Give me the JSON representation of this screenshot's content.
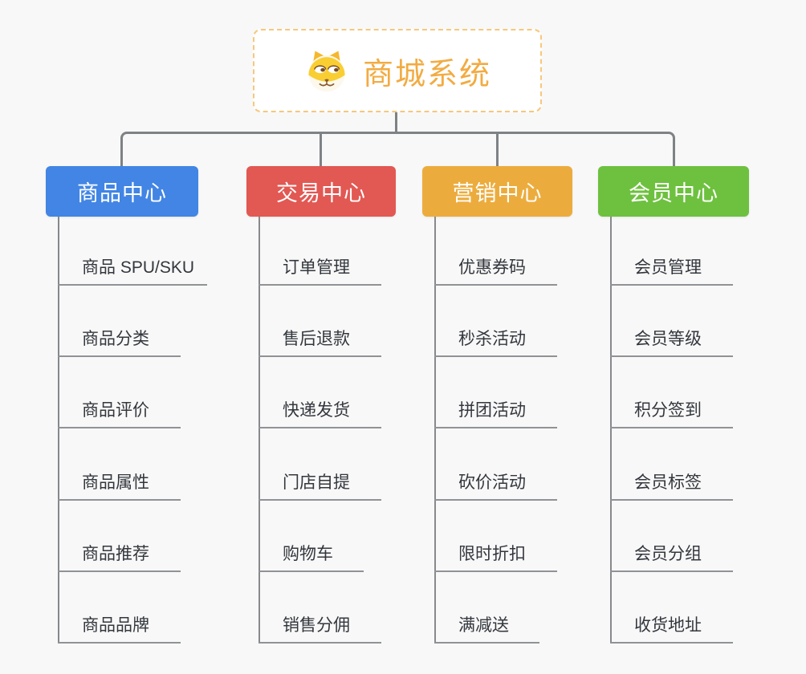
{
  "root": {
    "title": "商城系统",
    "icon": "doge-icon"
  },
  "colors": {
    "background": "#f8f8f8",
    "connector": "#7f8285",
    "leaf_underline": "#8f9296",
    "root_text": "#f2ab42",
    "root_border": "#f6c87c"
  },
  "branches": [
    {
      "id": "product-center",
      "label": "商品中心",
      "color": "#4285e4",
      "children": [
        "商品 SPU/SKU",
        "商品分类",
        "商品评价",
        "商品属性",
        "商品推荐",
        "商品品牌"
      ]
    },
    {
      "id": "trade-center",
      "label": "交易中心",
      "color": "#e25853",
      "children": [
        "订单管理",
        "售后退款",
        "快递发货",
        "门店自提",
        "购物车",
        "销售分佣"
      ]
    },
    {
      "id": "marketing-center",
      "label": "营销中心",
      "color": "#ecac3d",
      "children": [
        "优惠券码",
        "秒杀活动",
        "拼团活动",
        "砍价活动",
        "限时折扣",
        "满减送"
      ]
    },
    {
      "id": "member-center",
      "label": "会员中心",
      "color": "#6ec13f",
      "children": [
        "会员管理",
        "会员等级",
        "积分签到",
        "会员标签",
        "会员分组",
        "收货地址"
      ]
    }
  ]
}
